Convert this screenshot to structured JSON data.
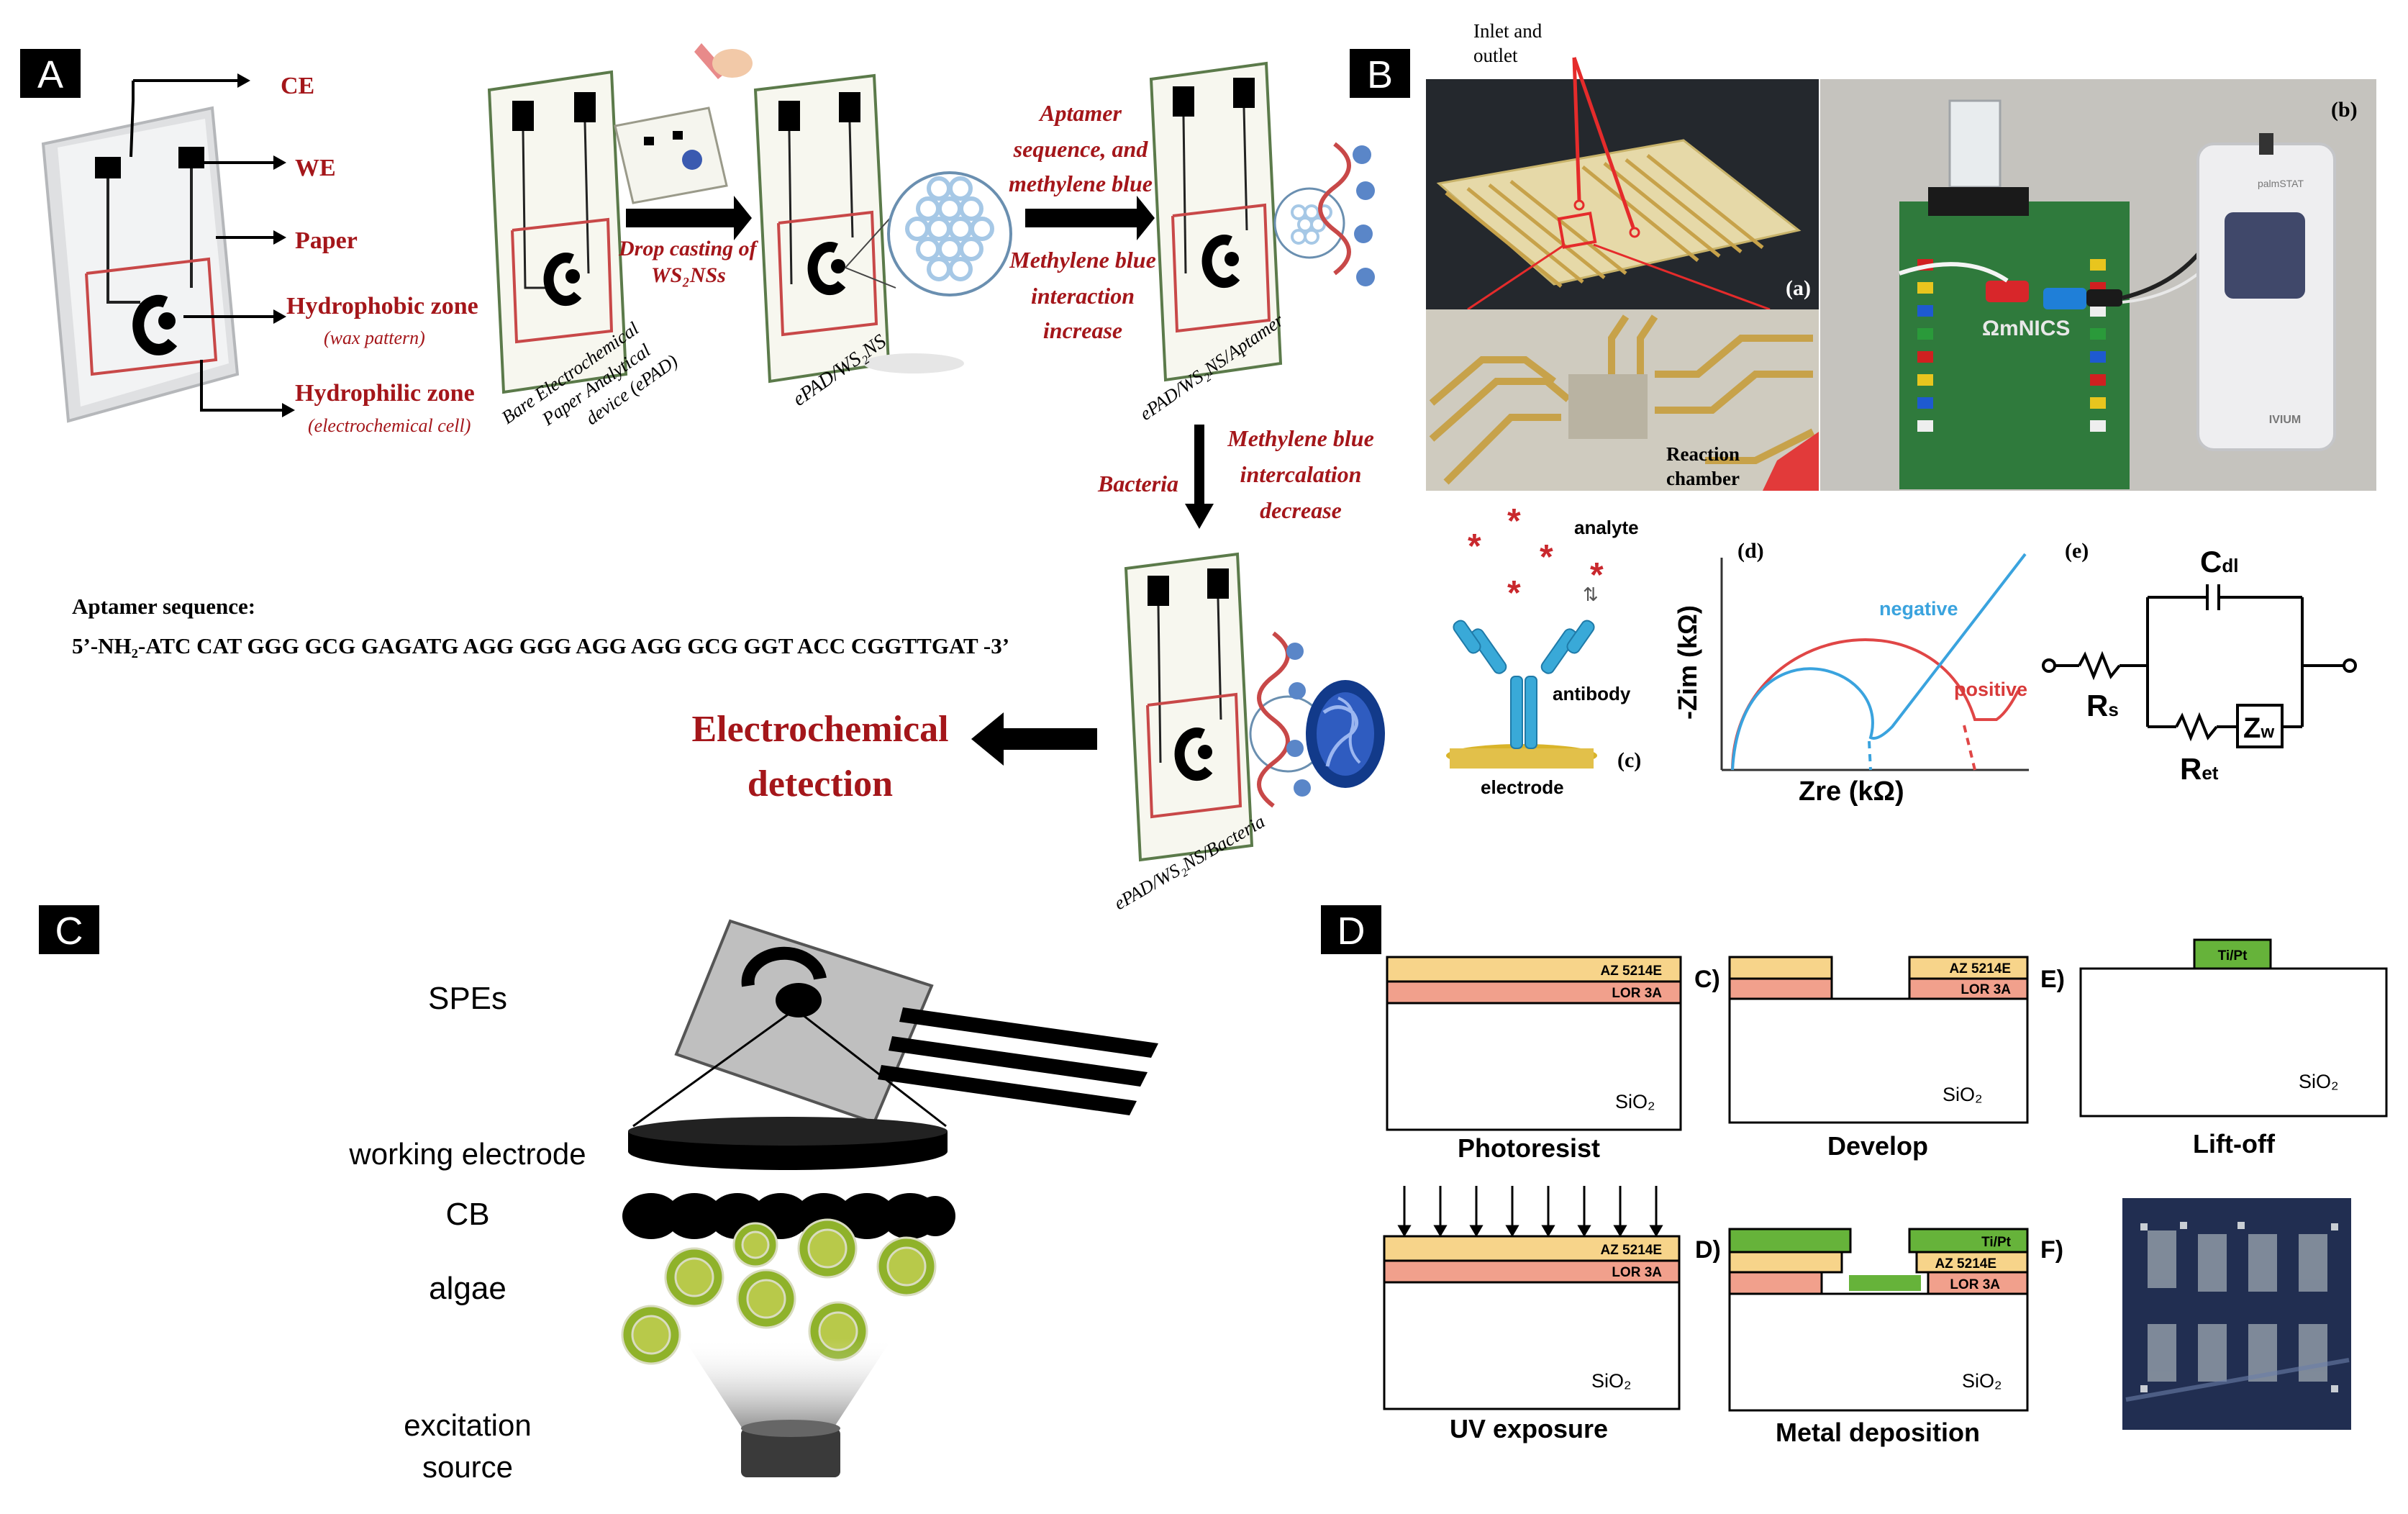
{
  "panel_labels": {
    "a": "A",
    "b": "B",
    "c": "C",
    "d": "D"
  },
  "panel_a": {
    "legend": {
      "ce": "CE",
      "we": "WE",
      "paper": "Paper",
      "hydrophobic": "Hydrophobic zone",
      "hydrophobic_sub": "(wax pattern)",
      "hydrophilic": "Hydrophilic zone",
      "hydrophilic_sub": "(electrochemical cell)"
    },
    "bare_caption": [
      "Bare Electrochemical",
      "Paper Analytical",
      "device (ePAD)"
    ],
    "drop_casting": [
      "Drop casting of",
      "WS₂NSs"
    ],
    "epad_ws2ns": "ePAD/WS₂NS",
    "aptamer_step": [
      "Aptamer",
      "sequence, and",
      "methylene blue"
    ],
    "mb_increase": [
      "Methylene blue",
      "interaction",
      "increase"
    ],
    "epad_aptamer": "ePAD/WS₂NS/Aptamer",
    "bacteria": "Bacteria",
    "mb_decrease": [
      "Methylene blue",
      "intercalation",
      "decrease"
    ],
    "epad_bacteria": "ePAD/WS₂NS/Bacteria",
    "aptamer_title": "Aptamer sequence:",
    "aptamer_seq": "5’-NH₂-ATC CAT GGG GCG GAGATG AGG GGG AGG AGG GCG GGT ACC CGGTTGAT -3’",
    "detection": [
      "Electrochemical",
      "detection"
    ]
  },
  "panel_b": {
    "inlet": [
      "Inlet and",
      "outlet"
    ],
    "reaction": [
      "Reaction",
      "chamber"
    ],
    "sub_a": "(a)",
    "sub_b": "(b)",
    "sub_c": "(c)",
    "sub_d": "(d)",
    "sub_e": "(e)",
    "analyte": "analyte",
    "antibody": "antibody",
    "electrode": "electrode",
    "negative": "negative",
    "positive": "positive",
    "zim": "-Zim (kΩ)",
    "zre": "Zre (kΩ)",
    "board_text": "ΩmNICS",
    "device_label": "palmSTAT",
    "brand": "IVIUM",
    "cdl": "C",
    "cdl_sub": "dl",
    "rs": "R",
    "rs_sub": "s",
    "ret": "R",
    "ret_sub": "et",
    "zw": "Z",
    "zw_sub": "w"
  },
  "panel_c": {
    "spes": "SPEs",
    "working_electrode": "working electrode",
    "cb": "CB",
    "algae": "algae",
    "excitation": [
      "excitation",
      "source"
    ]
  },
  "panel_d": {
    "az": "AZ 5214E",
    "lor": "LOR 3A",
    "sio2": "SiO₂",
    "tipt": "Ti/Pt",
    "photoresist": "Photoresist",
    "develop": "Develop",
    "liftoff": "Lift-off",
    "uv": "UV exposure",
    "metal": "Metal deposition",
    "step_c": "C)",
    "step_d": "D)",
    "step_e": "E)",
    "step_f": "F)"
  },
  "colors": {
    "dark_red": "#a4161a",
    "negative_blue": "#3aa3de",
    "positive_red": "#d83a3a",
    "az_orange": "#f7d48a",
    "lor_salmon": "#f1a08c",
    "tipt_green": "#66b33a"
  }
}
